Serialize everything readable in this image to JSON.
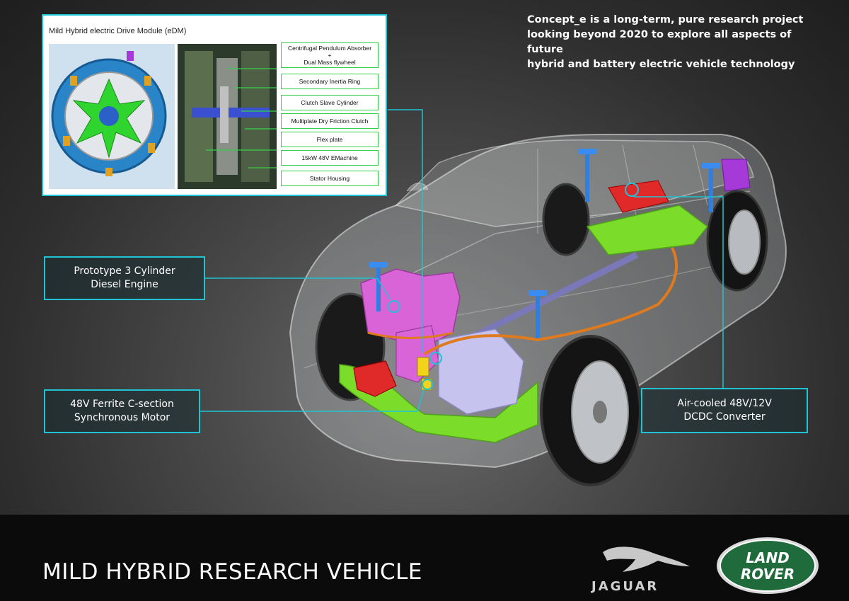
{
  "intro": {
    "line1": "Concept_e is a long-term, pure research project",
    "line2": "looking beyond 2020 to explore all aspects of future",
    "line3": "hybrid and battery electric vehicle technology"
  },
  "inset": {
    "title": "Mild Hybrid electric Drive Module (eDM)",
    "parts": [
      {
        "line1": "Centrifugal Pendulum Absorber",
        "line2": "+",
        "line3": "Dual Mass flywheel"
      },
      {
        "line1": "Secondary Inertia Ring"
      },
      {
        "line1": "Clutch Slave Cylinder"
      },
      {
        "line1": "Multiplate Dry Friction Clutch"
      },
      {
        "line1": "Flex plate"
      },
      {
        "line1": "15kW 48V EMachine"
      },
      {
        "line1": "Stator Housing"
      }
    ]
  },
  "callouts": {
    "engine": {
      "line1": "Prototype 3 Cylinder",
      "line2": "Diesel Engine"
    },
    "motor": {
      "line1": "48V Ferrite C-section",
      "line2": "Synchronous Motor"
    },
    "dcdc": {
      "line1": "Air-cooled 48V/12V",
      "line2": "DCDC Converter"
    }
  },
  "footer": {
    "title": "MILD HYBRID RESEARCH VEHICLE",
    "jaguar_logo_text": "JAGUAR",
    "landrover_line1": "LAND",
    "landrover_line2": "ROVER"
  },
  "colors": {
    "accent": "#1fc3d4",
    "engine": "#d864d8",
    "subframe": "#7bdc2a",
    "suspension": "#2f7fe0",
    "harness": "#e07a1e",
    "landrover_green": "#1f6b3c"
  }
}
